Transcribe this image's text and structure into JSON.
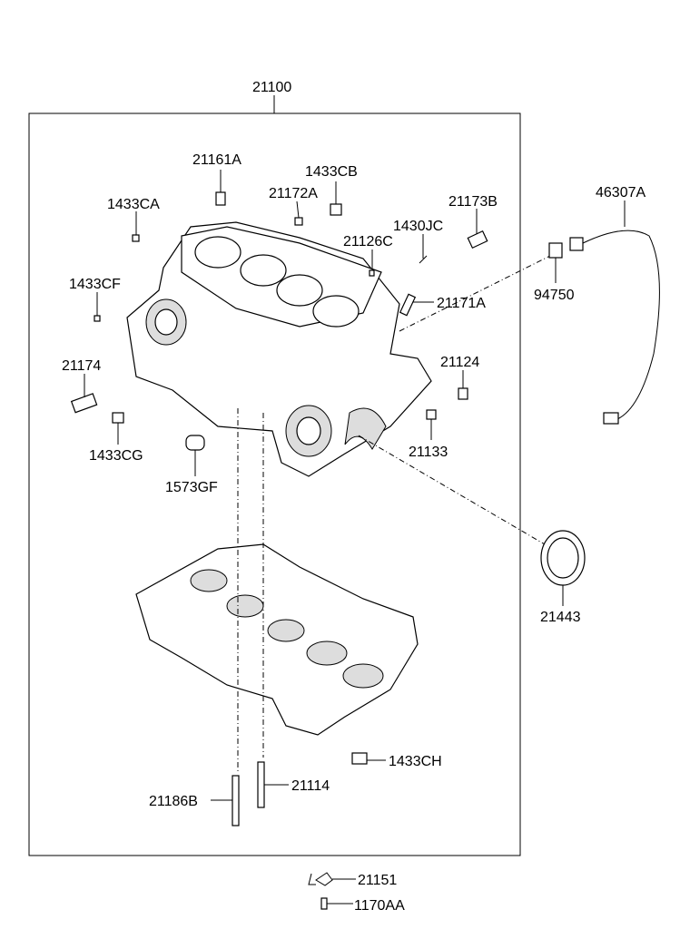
{
  "assembly_label": "21100",
  "parts": {
    "p21161A": "21161A",
    "p1433CB": "1433CB",
    "p21172A": "21172A",
    "p1433CA": "1433CA",
    "p21173B": "21173B",
    "p1430JC": "1430JC",
    "p21126C": "21126C",
    "p46307A": "46307A",
    "p1433CF": "1433CF",
    "p21171A": "21171A",
    "p94750": "94750",
    "p21174": "21174",
    "p21124": "21124",
    "p1433CG": "1433CG",
    "p21133": "21133",
    "p1573GF": "1573GF",
    "p21443": "21443",
    "p1433CH": "1433CH",
    "p21114": "21114",
    "p21186B": "21186B",
    "p21151": "21151",
    "p1170AA": "1170AA"
  }
}
